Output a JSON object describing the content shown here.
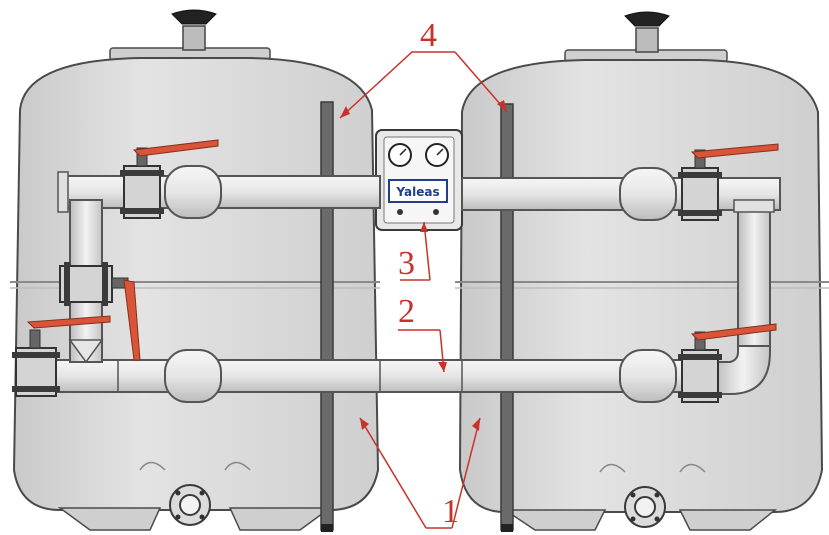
{
  "diagram": {
    "callouts": {
      "c1": "1",
      "c2": "2",
      "c3": "3",
      "c4": "4"
    },
    "panel": {
      "label": "Yaleas"
    },
    "colors": {
      "tank": "#d8d8d8",
      "tank_outline": "#4a4a4a",
      "pipe": "#ececec",
      "pipe_outline": "#555555",
      "handle": "#d8553a",
      "callout": "#c8322a",
      "rod": "#6a6a6a"
    }
  }
}
